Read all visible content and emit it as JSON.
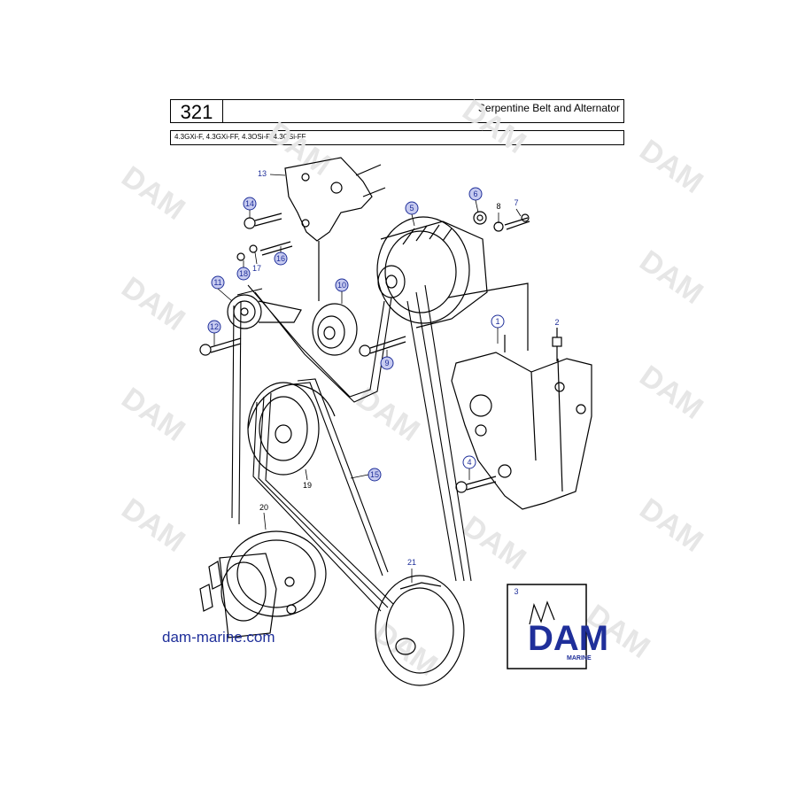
{
  "header": {
    "page_number": "321",
    "title": "Serpentine Belt and Alternator",
    "models": "4.3GXi-F, 4.3GXi-FF, 4.3OSi-F, 4.3OSi-FF"
  },
  "callouts": [
    "1",
    "2",
    "3",
    "4",
    "5",
    "6",
    "7",
    "8",
    "9",
    "10",
    "11",
    "12",
    "13",
    "14",
    "15",
    "16",
    "17",
    "18",
    "19",
    "20",
    "21"
  ],
  "footer": {
    "website": "dam-marine.com",
    "logo_text": "DAM",
    "logo_subtext": "MARINE"
  },
  "watermark": "DAM",
  "colors": {
    "callout_fill": "#c7cbf0",
    "callout_stroke": "#1f2f9a",
    "callout_text": "#1f2f9a",
    "brand_blue": "#1f2f9a",
    "watermark": "#e4e4e4"
  }
}
